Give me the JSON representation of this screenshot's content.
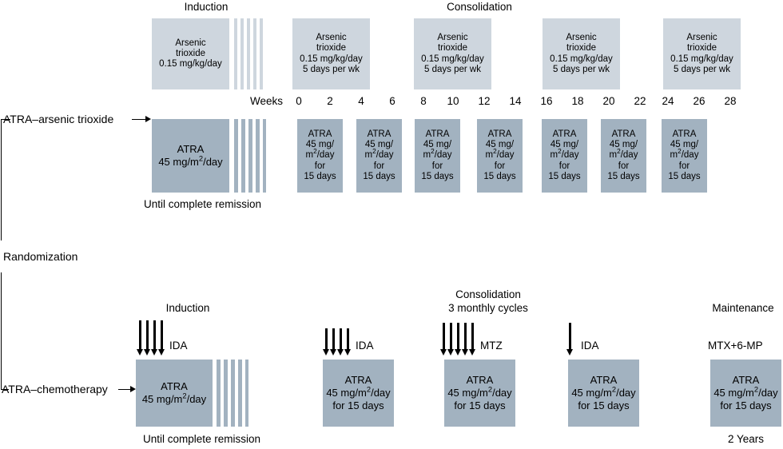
{
  "top_arm": {
    "label": "ATRA–arsenic trioxide",
    "phases": {
      "induction": "Induction",
      "consolidation": "Consolidation"
    },
    "induction_box": {
      "lines": [
        "Arsenic",
        "trioxide",
        "0.15 mg/kg/day"
      ]
    },
    "consolidation_boxes": [
      {
        "lines": [
          "Arsenic",
          "trioxide",
          "0.15 mg/kg/day",
          "5 days per wk"
        ]
      },
      {
        "lines": [
          "Arsenic",
          "trioxide",
          "0.15 mg/kg/day",
          "5 days per wk"
        ]
      },
      {
        "lines": [
          "Arsenic",
          "trioxide",
          "0.15 mg/kg/day",
          "5 days per wk"
        ]
      },
      {
        "lines": [
          "Arsenic",
          "trioxide",
          "0.15 mg/kg/day",
          "5 days per wk"
        ]
      }
    ],
    "atra_induction_box": {
      "line1": "ATRA",
      "line2_pre": "45 mg/m",
      "line2_sup": "2",
      "line2_post": "/day"
    },
    "atra_induction_caption": "Until complete remission",
    "atra_boxes": [
      {
        "l1": "ATRA",
        "l2": "45 mg/",
        "l3_pre": "m",
        "l3_sup": "2",
        "l3_post": "/day",
        "l4": "for",
        "l5": "15 days"
      },
      {
        "l1": "ATRA",
        "l2": "45 mg/",
        "l3_pre": "m",
        "l3_sup": "2",
        "l3_post": "/day",
        "l4": "for",
        "l5": "15 days"
      },
      {
        "l1": "ATRA",
        "l2": "45 mg/",
        "l3_pre": "m",
        "l3_sup": "2",
        "l3_post": "/day",
        "l4": "for",
        "l5": "15 days"
      },
      {
        "l1": "ATRA",
        "l2": "45 mg/",
        "l3_pre": "m",
        "l3_sup": "2",
        "l3_post": "/day",
        "l4": "for",
        "l5": "15 days"
      },
      {
        "l1": "ATRA",
        "l2": "45 mg/",
        "l3_pre": "m",
        "l3_sup": "2",
        "l3_post": "/day",
        "l4": "for",
        "l5": "15 days"
      },
      {
        "l1": "ATRA",
        "l2": "45 mg/",
        "l3_pre": "m",
        "l3_sup": "2",
        "l3_post": "/day",
        "l4": "for",
        "l5": "15 days"
      },
      {
        "l1": "ATRA",
        "l2": "45 mg/",
        "l3_pre": "m",
        "l3_sup": "2",
        "l3_post": "/day",
        "l4": "for",
        "l5": "15 days"
      }
    ]
  },
  "timeline": {
    "label": "Weeks",
    "ticks": [
      "0",
      "2",
      "4",
      "6",
      "8",
      "10",
      "12",
      "14",
      "16",
      "18",
      "20",
      "22",
      "24",
      "26",
      "28"
    ]
  },
  "randomization": {
    "label": "Randomization"
  },
  "bottom_arm": {
    "label": "ATRA–chemotherapy",
    "phases": {
      "induction": "Induction",
      "consolidation_l1": "Consolidation",
      "consolidation_l2": "3 monthly cycles",
      "maintenance": "Maintenance"
    },
    "drug_groups": [
      {
        "name": "IDA",
        "arrows": 4
      },
      {
        "name": "IDA",
        "arrows": 4
      },
      {
        "name": "MTZ",
        "arrows": 5
      },
      {
        "name": "IDA",
        "arrows": 1
      }
    ],
    "maintenance_drug": "MTX+6-MP",
    "induction_box": {
      "line1": "ATRA",
      "line2_pre": "45 mg/m",
      "line2_sup": "2",
      "line2_post": "/day"
    },
    "induction_caption": "Until complete remission",
    "cycle_boxes": [
      {
        "l1": "ATRA",
        "l2_pre": "45 mg/m",
        "l2_sup": "2",
        "l2_post": "/day",
        "l3": "for 15 days"
      },
      {
        "l1": "ATRA",
        "l2_pre": "45 mg/m",
        "l2_sup": "2",
        "l2_post": "/day",
        "l3": "for 15 days"
      },
      {
        "l1": "ATRA",
        "l2_pre": "45 mg/m",
        "l2_sup": "2",
        "l2_post": "/day",
        "l3": "for 15 days"
      },
      {
        "l1": "ATRA",
        "l2_pre": "45 mg/m",
        "l2_sup": "2",
        "l2_post": "/day",
        "l3": "for 15 days"
      }
    ],
    "maintenance_caption": "2 Years"
  },
  "colors": {
    "light_box": "#ced6de",
    "dark_box": "#a2b2c0",
    "line": "#000000"
  }
}
